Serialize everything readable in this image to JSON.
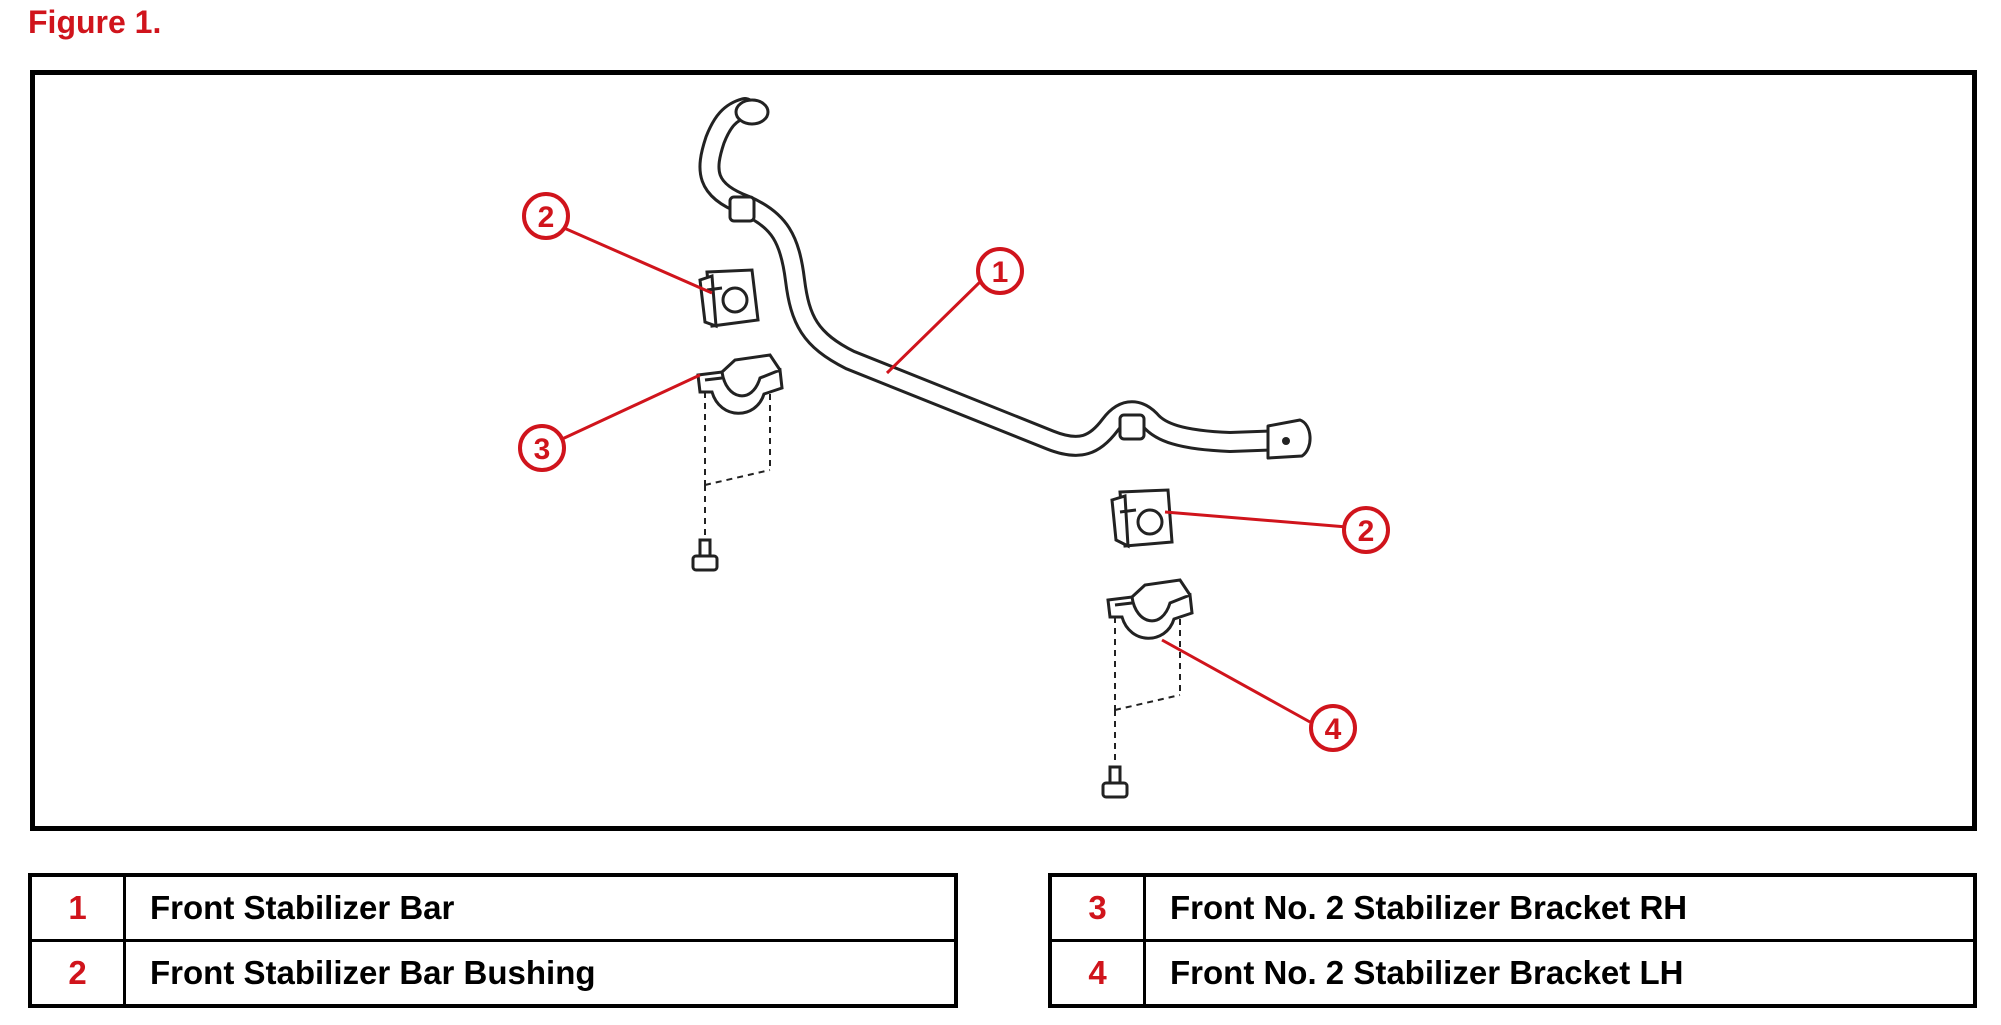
{
  "figure": {
    "title": "Figure 1."
  },
  "callouts": [
    {
      "id": "callout-1",
      "label": "1"
    },
    {
      "id": "callout-2a",
      "label": "2"
    },
    {
      "id": "callout-3",
      "label": "3"
    },
    {
      "id": "callout-2b",
      "label": "2"
    },
    {
      "id": "callout-4",
      "label": "4"
    }
  ],
  "legend": {
    "left": [
      {
        "number": "1",
        "description": "Front Stabilizer Bar"
      },
      {
        "number": "2",
        "description": "Front Stabilizer Bar Bushing"
      }
    ],
    "right": [
      {
        "number": "3",
        "description": "Front No. 2 Stabilizer Bracket RH"
      },
      {
        "number": "4",
        "description": "Front No. 2 Stabilizer Bracket LH"
      }
    ]
  },
  "colors": {
    "callout": "#d0141c",
    "line_art": "#222222",
    "border": "#000000"
  }
}
